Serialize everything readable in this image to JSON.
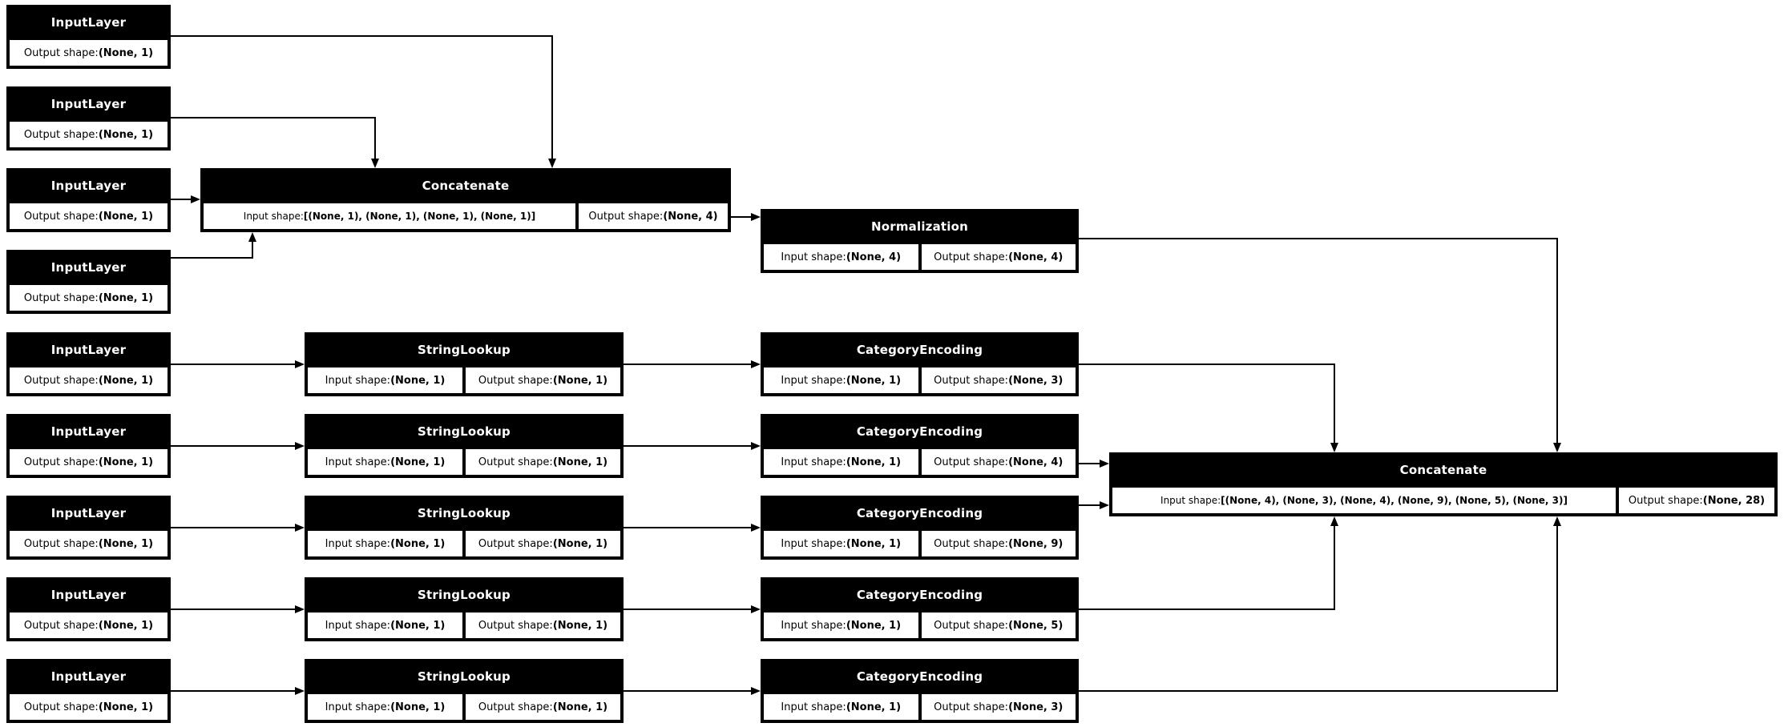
{
  "diagram": {
    "type": "keras-model-architecture",
    "colors": {
      "node_background": "#000000",
      "node_title_text": "#ffffff",
      "cell_background": "#ffffff",
      "cell_text": "#000000",
      "edge": "#000000",
      "page_background": "#ffffff"
    }
  },
  "nodes": [
    {
      "id": "input-layer-1",
      "title": "InputLayer",
      "cells": [
        {
          "label": "Output shape: ",
          "value": "(None, 1)"
        }
      ]
    },
    {
      "id": "input-layer-2",
      "title": "InputLayer",
      "cells": [
        {
          "label": "Output shape: ",
          "value": "(None, 1)"
        }
      ]
    },
    {
      "id": "input-layer-3",
      "title": "InputLayer",
      "cells": [
        {
          "label": "Output shape: ",
          "value": "(None, 1)"
        }
      ]
    },
    {
      "id": "input-layer-4",
      "title": "InputLayer",
      "cells": [
        {
          "label": "Output shape: ",
          "value": "(None, 1)"
        }
      ]
    },
    {
      "id": "input-layer-5",
      "title": "InputLayer",
      "cells": [
        {
          "label": "Output shape: ",
          "value": "(None, 1)"
        }
      ]
    },
    {
      "id": "input-layer-6",
      "title": "InputLayer",
      "cells": [
        {
          "label": "Output shape: ",
          "value": "(None, 1)"
        }
      ]
    },
    {
      "id": "input-layer-7",
      "title": "InputLayer",
      "cells": [
        {
          "label": "Output shape: ",
          "value": "(None, 1)"
        }
      ]
    },
    {
      "id": "input-layer-8",
      "title": "InputLayer",
      "cells": [
        {
          "label": "Output shape: ",
          "value": "(None, 1)"
        }
      ]
    },
    {
      "id": "input-layer-9",
      "title": "InputLayer",
      "cells": [
        {
          "label": "Output shape: ",
          "value": "(None, 1)"
        }
      ]
    },
    {
      "id": "concatenate-1",
      "title": "Concatenate",
      "cells": [
        {
          "label": "Input shape: ",
          "value": "[(None, 1), (None, 1), (None, 1), (None, 1)]"
        },
        {
          "label": "Output shape: ",
          "value": "(None, 4)"
        }
      ]
    },
    {
      "id": "normalization",
      "title": "Normalization",
      "cells": [
        {
          "label": "Input shape: ",
          "value": "(None, 4)"
        },
        {
          "label": "Output shape: ",
          "value": "(None, 4)"
        }
      ]
    },
    {
      "id": "string-lookup-1",
      "title": "StringLookup",
      "cells": [
        {
          "label": "Input shape: ",
          "value": "(None, 1)"
        },
        {
          "label": "Output shape: ",
          "value": "(None, 1)"
        }
      ]
    },
    {
      "id": "string-lookup-2",
      "title": "StringLookup",
      "cells": [
        {
          "label": "Input shape: ",
          "value": "(None, 1)"
        },
        {
          "label": "Output shape: ",
          "value": "(None, 1)"
        }
      ]
    },
    {
      "id": "string-lookup-3",
      "title": "StringLookup",
      "cells": [
        {
          "label": "Input shape: ",
          "value": "(None, 1)"
        },
        {
          "label": "Output shape: ",
          "value": "(None, 1)"
        }
      ]
    },
    {
      "id": "string-lookup-4",
      "title": "StringLookup",
      "cells": [
        {
          "label": "Input shape: ",
          "value": "(None, 1)"
        },
        {
          "label": "Output shape: ",
          "value": "(None, 1)"
        }
      ]
    },
    {
      "id": "string-lookup-5",
      "title": "StringLookup",
      "cells": [
        {
          "label": "Input shape: ",
          "value": "(None, 1)"
        },
        {
          "label": "Output shape: ",
          "value": "(None, 1)"
        }
      ]
    },
    {
      "id": "category-encoding-1",
      "title": "CategoryEncoding",
      "cells": [
        {
          "label": "Input shape: ",
          "value": "(None, 1)"
        },
        {
          "label": "Output shape: ",
          "value": "(None, 3)"
        }
      ]
    },
    {
      "id": "category-encoding-2",
      "title": "CategoryEncoding",
      "cells": [
        {
          "label": "Input shape: ",
          "value": "(None, 1)"
        },
        {
          "label": "Output shape: ",
          "value": "(None, 4)"
        }
      ]
    },
    {
      "id": "category-encoding-3",
      "title": "CategoryEncoding",
      "cells": [
        {
          "label": "Input shape: ",
          "value": "(None, 1)"
        },
        {
          "label": "Output shape: ",
          "value": "(None, 9)"
        }
      ]
    },
    {
      "id": "category-encoding-4",
      "title": "CategoryEncoding",
      "cells": [
        {
          "label": "Input shape: ",
          "value": "(None, 1)"
        },
        {
          "label": "Output shape: ",
          "value": "(None, 5)"
        }
      ]
    },
    {
      "id": "category-encoding-5",
      "title": "CategoryEncoding",
      "cells": [
        {
          "label": "Input shape: ",
          "value": "(None, 1)"
        },
        {
          "label": "Output shape: ",
          "value": "(None, 3)"
        }
      ]
    },
    {
      "id": "concatenate-2",
      "title": "Concatenate",
      "cells": [
        {
          "label": "Input shape: ",
          "value": "[(None, 4), (None, 3), (None, 4), (None, 9), (None, 5), (None, 3)]"
        },
        {
          "label": "Output shape: ",
          "value": "(None, 28)"
        }
      ]
    }
  ],
  "edges": [
    {
      "from": "input-layer-1",
      "to": "concatenate-1"
    },
    {
      "from": "input-layer-2",
      "to": "concatenate-1"
    },
    {
      "from": "input-layer-3",
      "to": "concatenate-1"
    },
    {
      "from": "input-layer-4",
      "to": "concatenate-1"
    },
    {
      "from": "concatenate-1",
      "to": "normalization"
    },
    {
      "from": "normalization",
      "to": "concatenate-2"
    },
    {
      "from": "input-layer-5",
      "to": "string-lookup-1"
    },
    {
      "from": "input-layer-6",
      "to": "string-lookup-2"
    },
    {
      "from": "input-layer-7",
      "to": "string-lookup-3"
    },
    {
      "from": "input-layer-8",
      "to": "string-lookup-4"
    },
    {
      "from": "input-layer-9",
      "to": "string-lookup-5"
    },
    {
      "from": "string-lookup-1",
      "to": "category-encoding-1"
    },
    {
      "from": "string-lookup-2",
      "to": "category-encoding-2"
    },
    {
      "from": "string-lookup-3",
      "to": "category-encoding-3"
    },
    {
      "from": "string-lookup-4",
      "to": "category-encoding-4"
    },
    {
      "from": "string-lookup-5",
      "to": "category-encoding-5"
    },
    {
      "from": "category-encoding-1",
      "to": "concatenate-2"
    },
    {
      "from": "category-encoding-2",
      "to": "concatenate-2"
    },
    {
      "from": "category-encoding-3",
      "to": "concatenate-2"
    },
    {
      "from": "category-encoding-4",
      "to": "concatenate-2"
    },
    {
      "from": "category-encoding-5",
      "to": "concatenate-2"
    }
  ]
}
